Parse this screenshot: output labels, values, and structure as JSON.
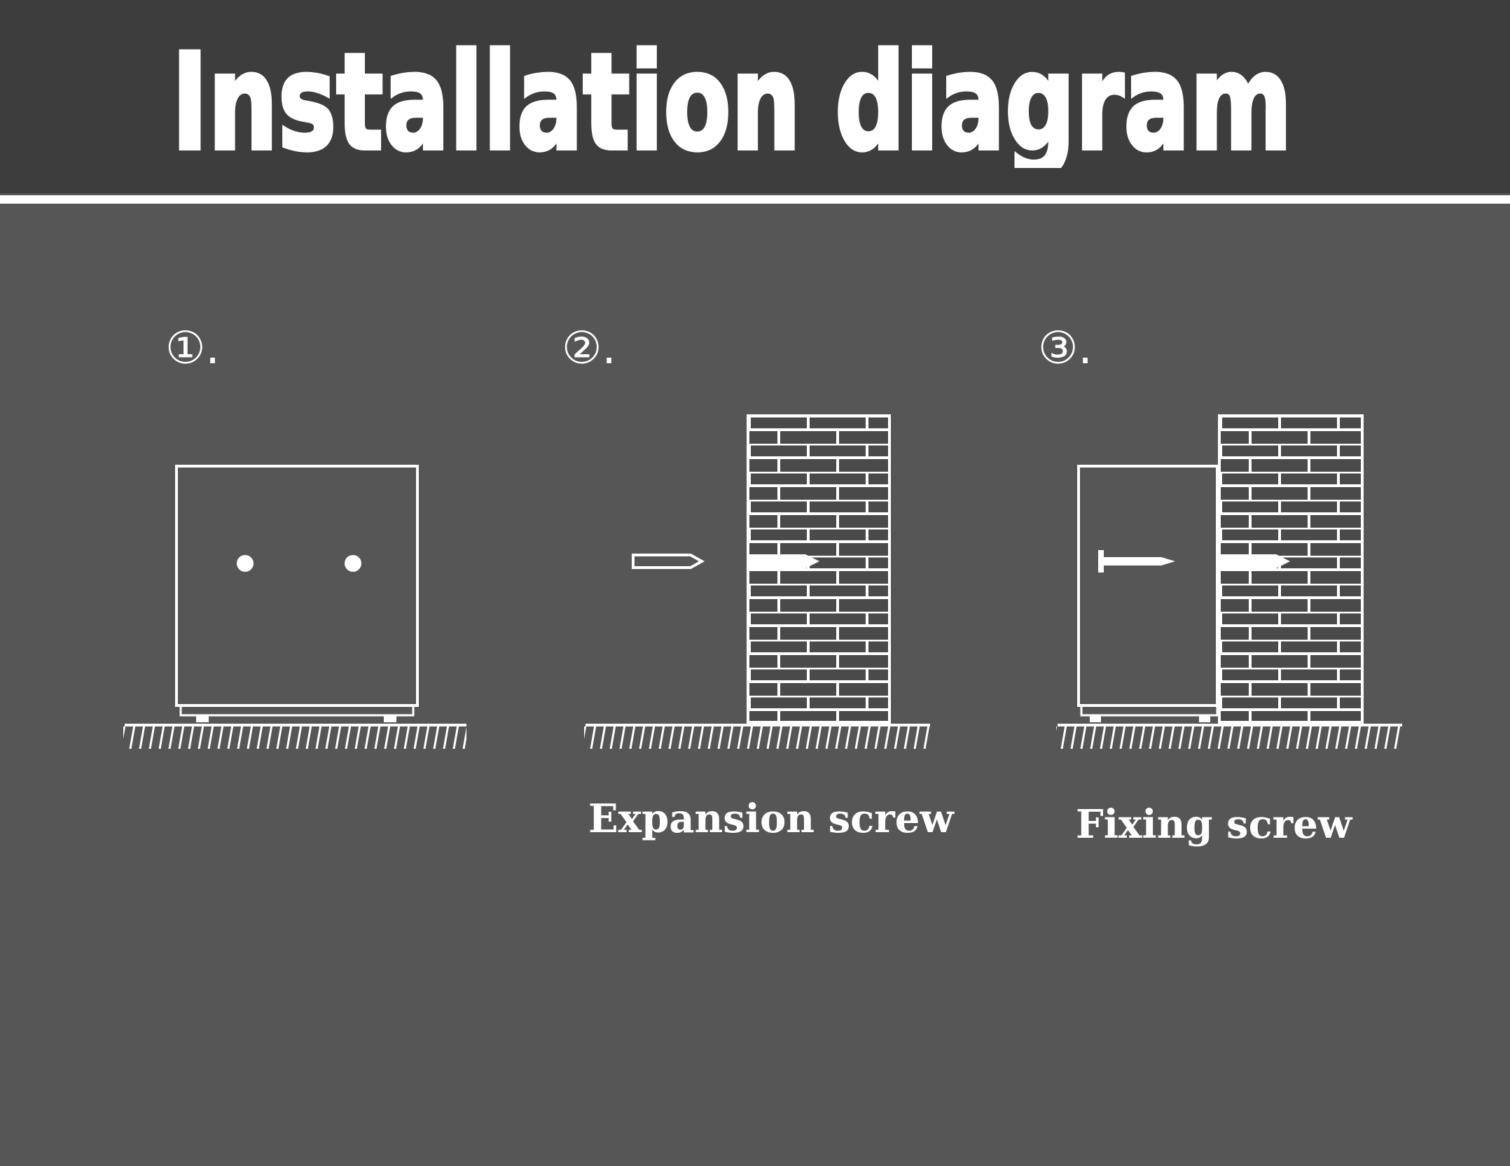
{
  "title": "Installation diagram",
  "steps": [
    {
      "number": "①.",
      "caption": ""
    },
    {
      "number": "②.",
      "caption": "Expansion screw"
    },
    {
      "number": "③.",
      "caption": "Fixing screw"
    }
  ],
  "colors": {
    "background": "#565656",
    "header": "#3d3d3d",
    "line": "#ffffff",
    "brick": "#4a4a4a"
  }
}
